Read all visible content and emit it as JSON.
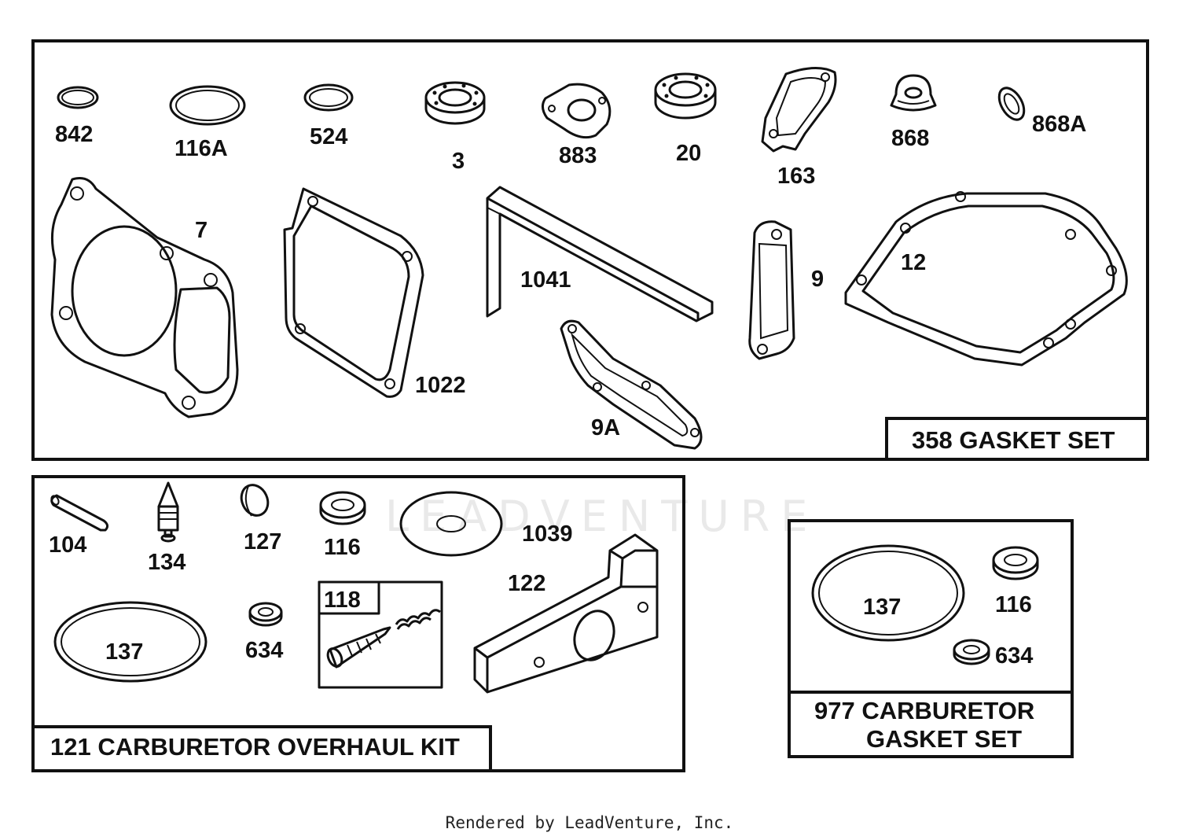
{
  "watermark": "LEADVENTURE",
  "footer": "Rendered by LeadVenture, Inc.",
  "kits": {
    "gasket_set": {
      "title": "358 GASKET SET"
    },
    "carb_overhaul": {
      "title": "121 CARBURETOR OVERHAUL KIT"
    },
    "carb_gasket": {
      "title_line1": "977 CARBURETOR",
      "title_line2": "GASKET SET"
    }
  },
  "parts": {
    "p842": "842",
    "p116A": "116A",
    "p524": "524",
    "p3": "3",
    "p883": "883",
    "p20": "20",
    "p163": "163",
    "p868": "868",
    "p868A": "868A",
    "p7": "7",
    "p1022": "1022",
    "p1041": "1041",
    "p9A": "9A",
    "p9": "9",
    "p12": "12",
    "p104": "104",
    "p134": "134",
    "p127": "127",
    "p116": "116",
    "p1039": "1039",
    "p122": "122",
    "p118": "118",
    "p137": "137",
    "p634": "634",
    "q137": "137",
    "q116": "116",
    "q634": "634"
  }
}
